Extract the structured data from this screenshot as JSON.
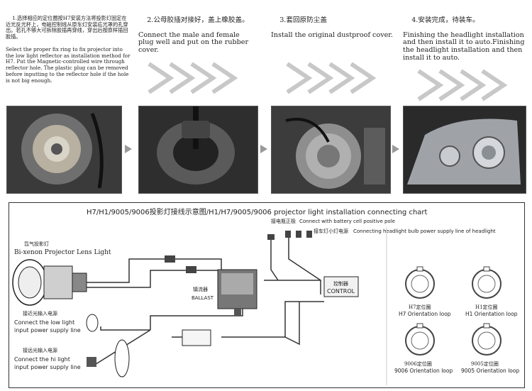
{
  "steps": [
    {
      "number": "1.",
      "title_cn": "选择相应的定位圈按H7安装方法将投影灯固定在近光反光杯上，电磁控制线从原车灯安装疝光罩的孔穿出。若孔不够大可拆除胶插再穿线，穿出后按原样插回胶插。",
      "text_en": "Select the proper fix ring to fix projector into the low light reflector as installation method for H7. Put the Magnetic-controlled wire through reflector hole. The plastic plug can be removed before inputting to the reflector hole if the hole is not big enough."
    },
    {
      "number": "2.",
      "title_cn": "公母胶插对接好，盖上橡胶盖。",
      "text_en": "Connect the male and female plug well and put on the rubber cover."
    },
    {
      "number": "3.",
      "title_cn": "套回原防尘盖",
      "text_en": "Install the original dustproof cover."
    },
    {
      "number": "4.",
      "title_cn": "安装完成，待装车。",
      "text_en": "Finishing the headlight installation and then install it to auto.Finishing the headlight installation and then install it to auto."
    }
  ],
  "diagram": {
    "title": "H7/H1/9005/9006投影灯接线示意图/H1/H7/9005/9006 projector light installation connecting chart",
    "battery_cn": "接电瓶正极",
    "battery_en": "Connect with battery cell positive pole",
    "headlight_cn": "接车灯小灯电源",
    "headlight_en": "Connecting headlight bulb power supply line of headlight",
    "lens_cn": "氙气投影灯",
    "lens_en": "Bi-xenon Projector Lens Light",
    "ballast_cn": "镇流器",
    "ballast_en": "BALLAST",
    "control_cn": "控制器",
    "control_en": "CONTROL",
    "low_cn": "接近光输入电源",
    "low_en1": "Connect the low light",
    "low_en2": "input power supply line",
    "high_cn": "接远光输入电源",
    "high_en1": "Connect the hi light",
    "high_en2": "input power supply line",
    "rings": [
      {
        "cn": "H7定位圈",
        "en": "H7 Orientation loop"
      },
      {
        "cn": "H1定位圈",
        "en": "H1 Orientation loop"
      },
      {
        "cn": "9006定位圈",
        "en": "9006 Orientation loop"
      },
      {
        "cn": "9005定位圈",
        "en": "9005 Orientation loop"
      }
    ]
  },
  "colors": {
    "arrow": "#9a9a9a",
    "photo_bg": "#2a2a2a",
    "line": "#333333"
  }
}
